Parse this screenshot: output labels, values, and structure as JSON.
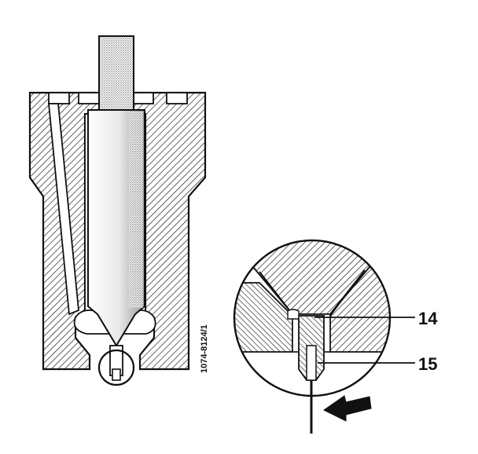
{
  "figure": {
    "code": "1074-8124/1",
    "callouts": [
      {
        "id": "14",
        "label": "14"
      },
      {
        "id": "15",
        "label": "15"
      }
    ]
  },
  "colors": {
    "ink": "#111111",
    "paper": "#ffffff",
    "stipple": "#9a9a9a"
  }
}
